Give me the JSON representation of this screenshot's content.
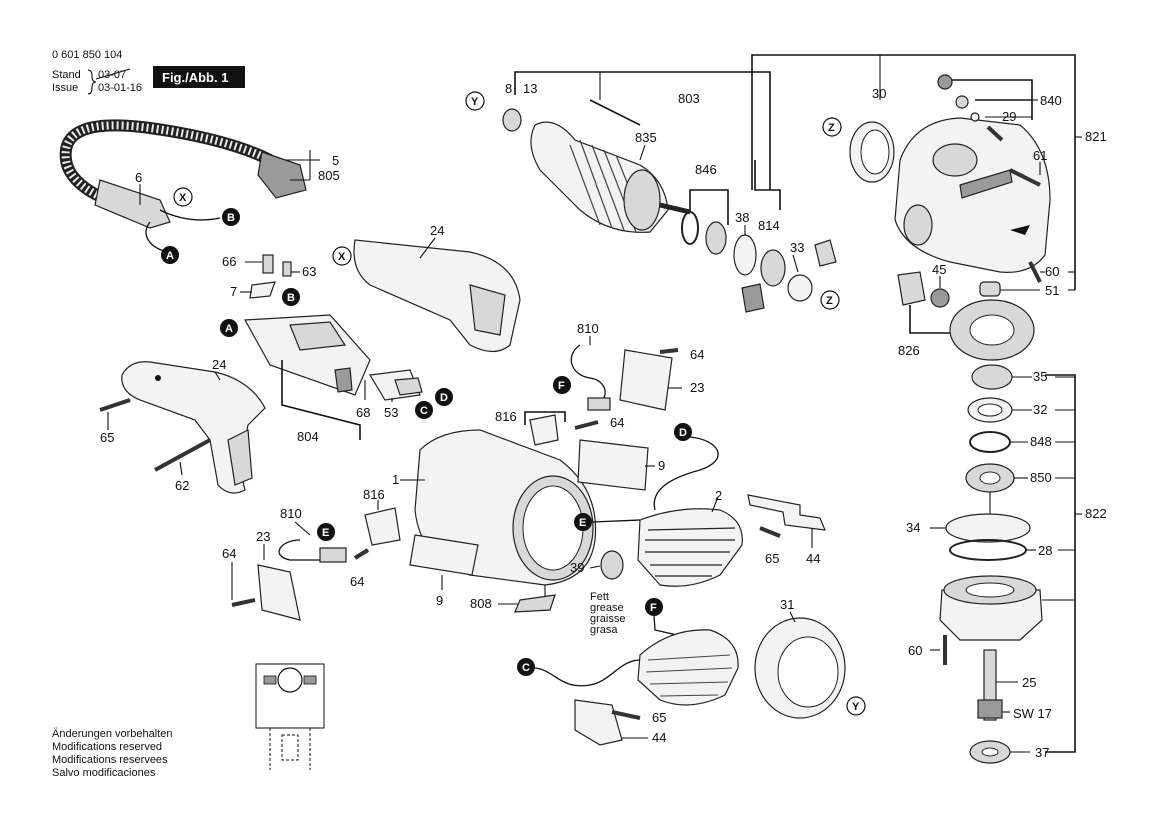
{
  "header": {
    "doc_number": "0 601 850 104",
    "stand_label": "Stand",
    "issue_label": "Issue",
    "stand_date": "03-07",
    "issue_date": "03-01-16",
    "figure_label": "Fig./Abb. 1"
  },
  "footer": {
    "lines": [
      "Änderungen vorbehalten",
      "Modifications reserved",
      "Modifications reservees",
      "Salvo modificaciones"
    ]
  },
  "grease_note": [
    "Fett",
    "grease",
    "graisse",
    "grasa"
  ],
  "callouts": {
    "A": "A",
    "B": "B",
    "C": "C",
    "D": "D",
    "E": "E",
    "F": "F",
    "X": "X",
    "Y": "Y",
    "Z": "Z"
  },
  "parts": {
    "p1": "1",
    "p2": "2",
    "p5": "5",
    "p6": "6",
    "p7": "7",
    "p8": "8",
    "p9a": "9",
    "p9b": "9",
    "p13": "13",
    "p23a": "23",
    "p23b": "23",
    "p24a": "24",
    "p24b": "24",
    "p25": "25",
    "p28": "28",
    "p29": "29",
    "p30": "30",
    "p31": "31",
    "p32": "32",
    "p33": "33",
    "p34": "34",
    "p35": "35",
    "p37": "37",
    "p38": "38",
    "p39": "39",
    "p44a": "44",
    "p44b": "44",
    "p45": "45",
    "p51": "51",
    "p53": "53",
    "p60a": "60",
    "p60b": "60",
    "p61": "61",
    "p62": "62",
    "p63": "63",
    "p64a": "64",
    "p64b": "64",
    "p64c": "64",
    "p64d": "64",
    "p65a": "65",
    "p65b": "65",
    "p65c": "65",
    "p66": "66",
    "p68": "68",
    "p803": "803",
    "p804": "804",
    "p805": "805",
    "p808": "808",
    "p810a": "810",
    "p810b": "810",
    "p814": "814",
    "p816a": "816",
    "p816b": "816",
    "p821": "821",
    "p822": "822",
    "p826": "826",
    "p835": "835",
    "p840": "840",
    "p846": "846",
    "p848": "848",
    "p850": "850",
    "sw17": "SW 17"
  }
}
